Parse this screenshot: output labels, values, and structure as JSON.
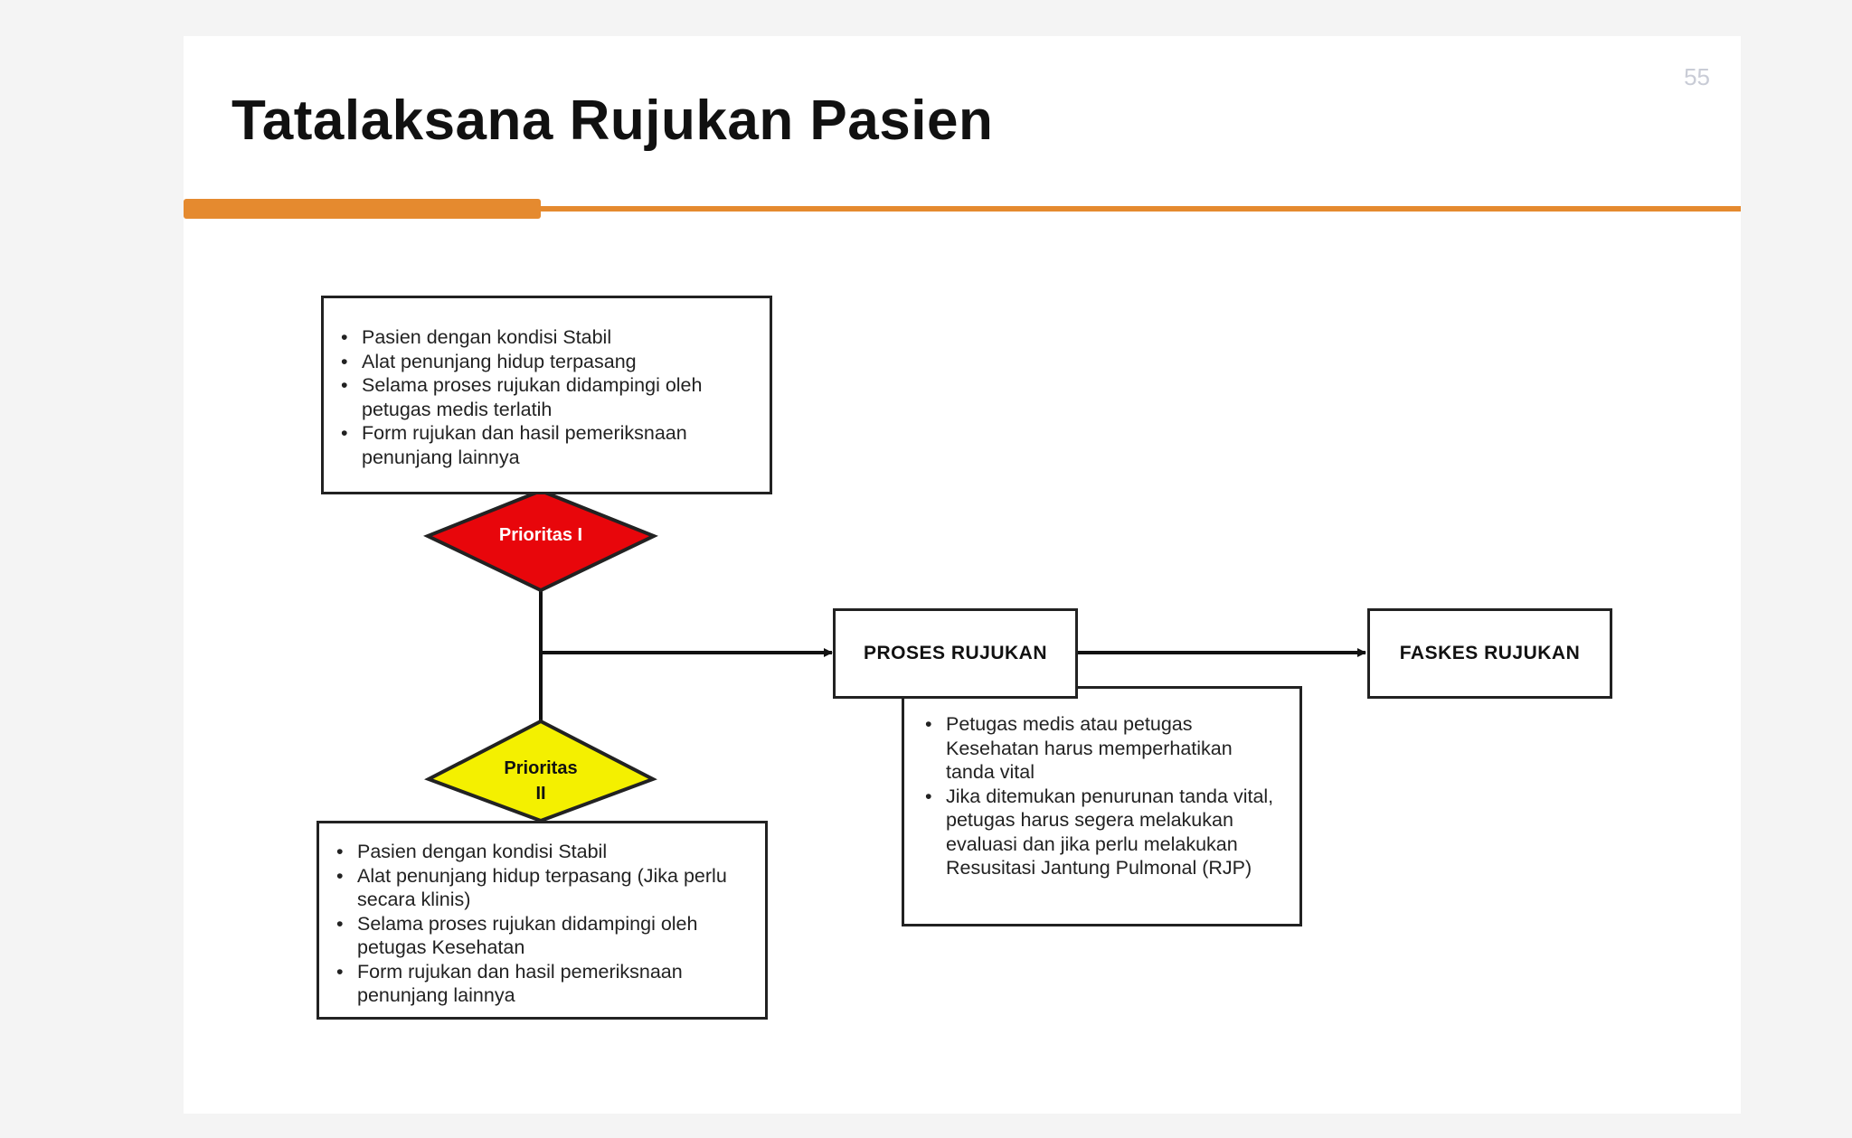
{
  "slide": {
    "number": "55",
    "title": "Tatalaksana Rujukan Pasien"
  },
  "colors": {
    "accent": "#e58a2f",
    "priority_1": "#e8060b",
    "priority_2": "#f4f000"
  },
  "diagram": {
    "priority_1": {
      "label": "Prioritas I",
      "criteria": [
        "Pasien dengan kondisi Stabil",
        "Alat penunjang hidup terpasang",
        "Selama proses rujukan didampingi oleh petugas medis terlatih",
        "Form rujukan dan hasil pemeriksnaan penunjang lainnya"
      ]
    },
    "priority_2": {
      "label_line1": "Prioritas",
      "label_line2": "II",
      "criteria": [
        "Pasien dengan kondisi Stabil",
        "Alat penunjang hidup terpasang (Jika perlu secara klinis)",
        "Selama proses rujukan didampingi oleh petugas Kesehatan",
        "Form rujukan dan hasil pemeriksnaan penunjang lainnya"
      ]
    },
    "process": {
      "label": "PROSES RUJUKAN",
      "notes": [
        "Petugas medis atau petugas Kesehatan harus memperhatikan tanda vital",
        "Jika ditemukan penurunan tanda vital, petugas harus segera melakukan evaluasi dan jika perlu melakukan Resusitasi Jantung Pulmonal (RJP)"
      ]
    },
    "destination": {
      "label": "FASKES RUJUKAN"
    }
  }
}
